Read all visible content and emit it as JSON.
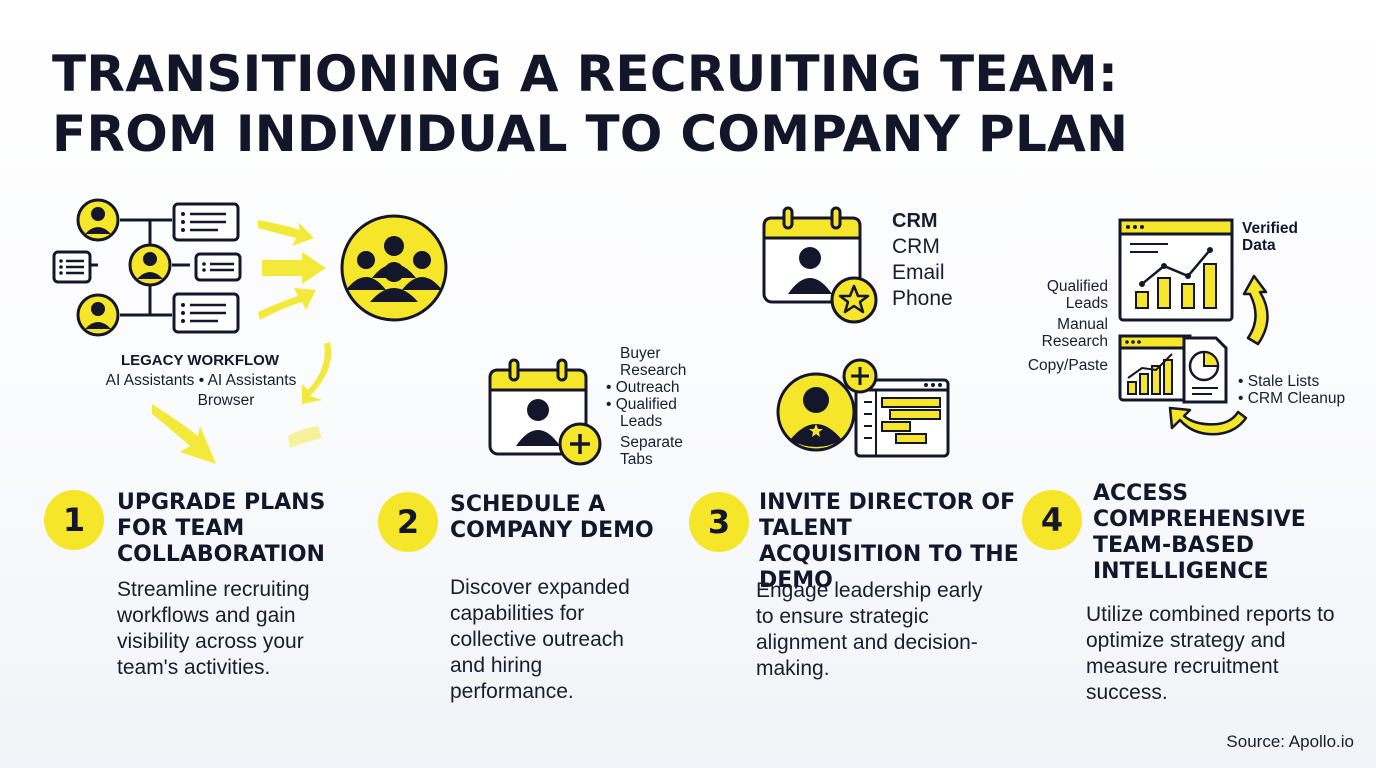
{
  "title": {
    "line1": "TRANSITIONING A RECRUITING TEAM:",
    "line2": "FROM INDIVIDUAL TO COMPANY PLAN"
  },
  "legacy": {
    "heading": "LEGACY WORKFLOW",
    "line1": "AI Assistants • AI Assistants",
    "line2": "Browser"
  },
  "demo_icon": {
    "labels": [
      "Buyer Research",
      "Outreach",
      "Qualified Leads",
      "Separate Tabs"
    ]
  },
  "crm_icon": {
    "heading": "CRM",
    "items": [
      "CRM",
      "Email",
      "Phone"
    ]
  },
  "data_icon": {
    "heading": "Verified Data",
    "left_labels": [
      "Qualified Leads",
      "Manual Research",
      "Copy/Paste"
    ],
    "right_labels": [
      "Stale Lists",
      "CRM Cleanup"
    ]
  },
  "steps": [
    {
      "number": "1",
      "title": "UPGRADE PLANS FOR TEAM COLLABORATION",
      "description": "Streamline recruiting workflows and gain visibility across your team's activities."
    },
    {
      "number": "2",
      "title": "SCHEDULE A COMPANY DEMO",
      "description": "Discover expanded capabilities for collective outreach and hiring performance."
    },
    {
      "number": "3",
      "title": "INVITE DIRECTOR OF TALENT ACQUISITION TO THE DEMO",
      "description": "Engage leadership early to ensure strategic alignment and decision-making."
    },
    {
      "number": "4",
      "title": "ACCESS COMPREHENSIVE TEAM-BASED INTELLIGENCE",
      "description": "Utilize combined reports to optimize strategy and measure recruitment success."
    }
  ],
  "source": "Source: Apollo.io",
  "colors": {
    "accent": "#f5e62a",
    "ink": "#14172b",
    "background": "#ffffff"
  },
  "icons": [
    "user-icon",
    "list-card-icon",
    "arrow-icon",
    "team-group-icon",
    "calendar-user-icon",
    "plus-icon",
    "star-badge-icon",
    "gantt-window-icon",
    "chart-dashboard-icon",
    "pie-chart-icon",
    "cycle-arrow-icon"
  ]
}
